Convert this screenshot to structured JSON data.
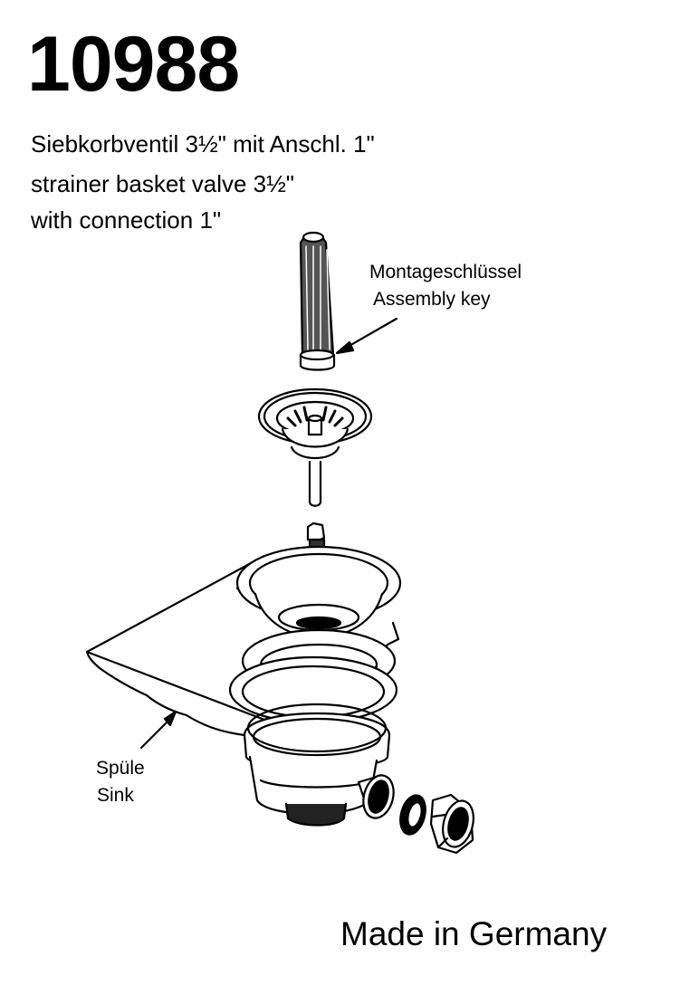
{
  "header": {
    "article_number": "10988",
    "description_lines": [
      "Siebkorbventil 3½\" mit Anschl. 1\"",
      "strainer basket valve 3½\"",
      "with connection 1\""
    ]
  },
  "labels": {
    "assembly_key_de": "Montageschlüssel",
    "assembly_key_en": "Assembly key",
    "sink_de": "Spüle",
    "sink_en": "Sink"
  },
  "footer": {
    "origin": "Made in Germany"
  },
  "colors": {
    "ink": "#000000",
    "background": "#ffffff",
    "shade": "#cccccc"
  }
}
